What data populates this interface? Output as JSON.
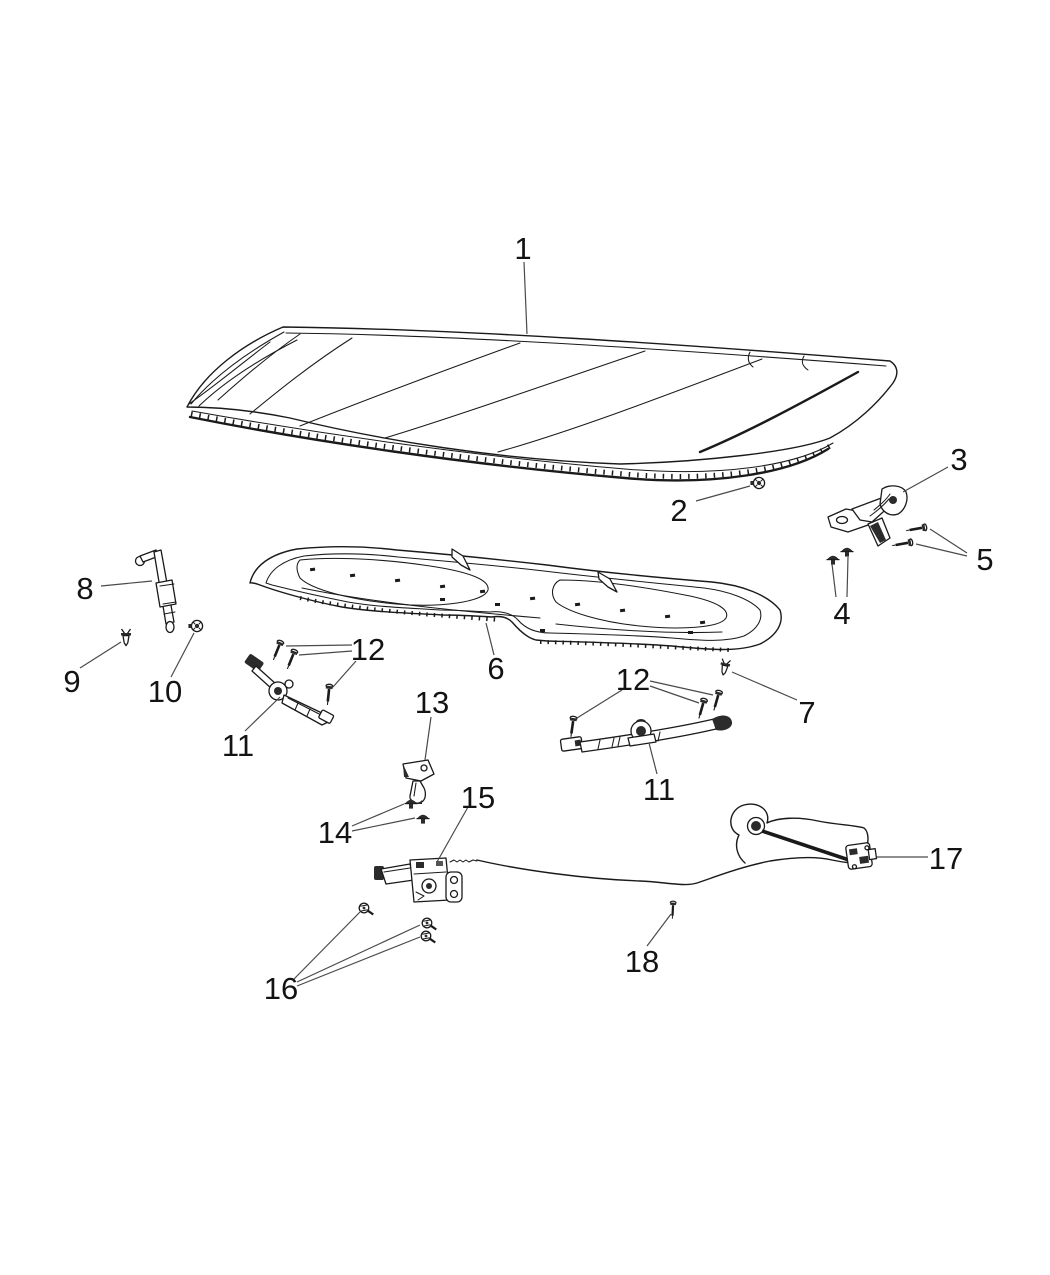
{
  "diagram": {
    "background": "#ffffff",
    "line_color": "#1a1a1a",
    "leader_color": "#4a4a4a",
    "label_color": "#131313"
  },
  "labels": {
    "n1": "1",
    "n2": "2",
    "n3": "3",
    "n4": "4",
    "n5": "5",
    "n6": "6",
    "n7": "7",
    "n8": "8",
    "n9": "9",
    "n10": "10",
    "n11": "11",
    "n12": "12",
    "n13": "13",
    "n14": "14",
    "n15": "15",
    "n16": "16",
    "n17": "17",
    "n18": "18"
  }
}
